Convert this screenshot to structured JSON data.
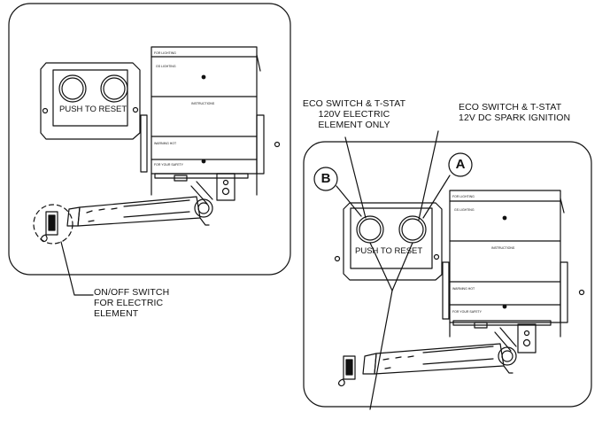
{
  "left_view": {
    "reset_button_label": "PUSH TO RESET",
    "panel_header": "FOR LIGHTING",
    "panel_sub": "GS LIGHTING",
    "panel_instructions": "INSTRUCTIONS",
    "panel_warning": "WARNING HOT",
    "panel_footer": "FOR YOUR SAFETY",
    "callout_switch": [
      "ON/OFF SWITCH",
      "FOR ELECTRIC",
      "ELEMENT"
    ]
  },
  "right_view": {
    "reset_button_label": "PUSH TO RESET",
    "panel_header": "FOR LIGHTING",
    "panel_sub": "GS LIGHTING",
    "panel_instructions": "INSTRUCTIONS",
    "panel_warning": "WARNING HOT",
    "panel_footer": "FOR YOUR SAFETY",
    "callout_b": [
      "ECO SWITCH & T-STAT",
      "120V ELECTRIC",
      "ELEMENT ONLY"
    ],
    "callout_a": [
      "ECO SWITCH & T-STAT",
      "12V DC SPARK IGNITION"
    ],
    "marker_a": "A",
    "marker_b": "B"
  }
}
